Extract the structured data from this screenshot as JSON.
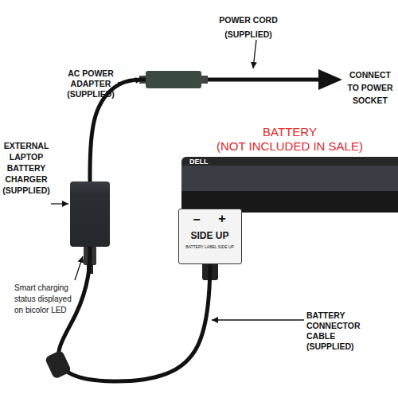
{
  "diagram": {
    "nodes": [
      {
        "text": [
          "AC POWER ADAPTER (SUPPLIED)"
        ]
      },
      {
        "text": [
          "EXTERNAL LAPTOP BATTERY CHARGER (SUPPLIED)"
        ]
      },
      {
        "text": [
          "BATTERY",
          "(NOT INCLUDED IN SALE)",
          "DELL"
        ]
      },
      {
        "text": [
          "−",
          "+",
          "SIDE UP",
          "BATTERY LABEL SIDE UP"
        ]
      }
    ],
    "edges": [
      {
        "from": 0,
        "to": 1,
        "arrow": "none"
      },
      {
        "from": 1,
        "to": 3,
        "arrow": "none"
      }
    ],
    "labels": [
      "POWER CORD (SUPPLIED)",
      "CONNECT TO POWER SOCKET",
      "Smart charging status displayed on bicolor LED",
      "BATTERY CONNECTOR CABLE (SUPPLIED)"
    ]
  }
}
